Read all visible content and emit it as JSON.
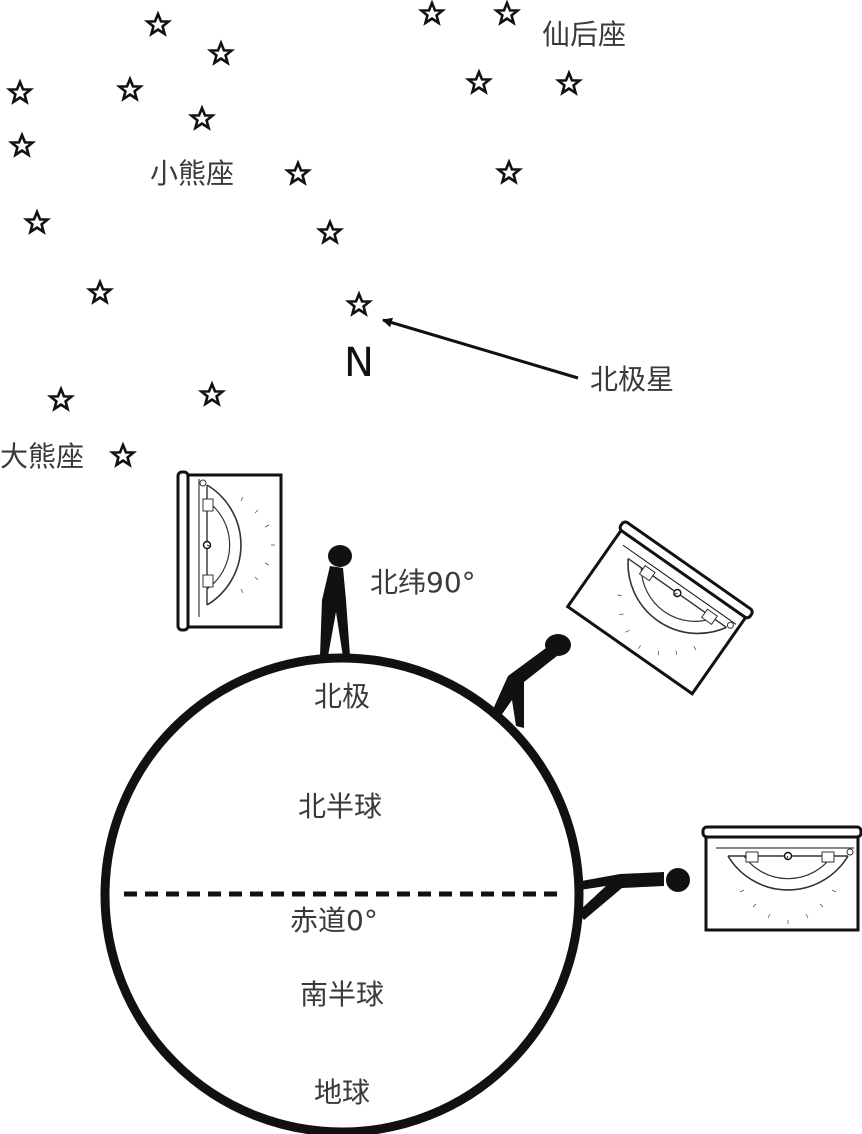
{
  "labels": {
    "cassiopeia": "仙后座",
    "ursa_minor": "小熊座",
    "ursa_major": "大熊座",
    "north_star": "北极星",
    "north_mark": "N",
    "lat90": "北纬90°",
    "north_pole": "北极",
    "northern_hemisphere": "北半球",
    "equator": "赤道0°",
    "southern_hemisphere": "南半球",
    "earth": "地球"
  },
  "colors": {
    "ink": "#111111",
    "text": "#3a3a3a",
    "background": "#ffffff"
  }
}
